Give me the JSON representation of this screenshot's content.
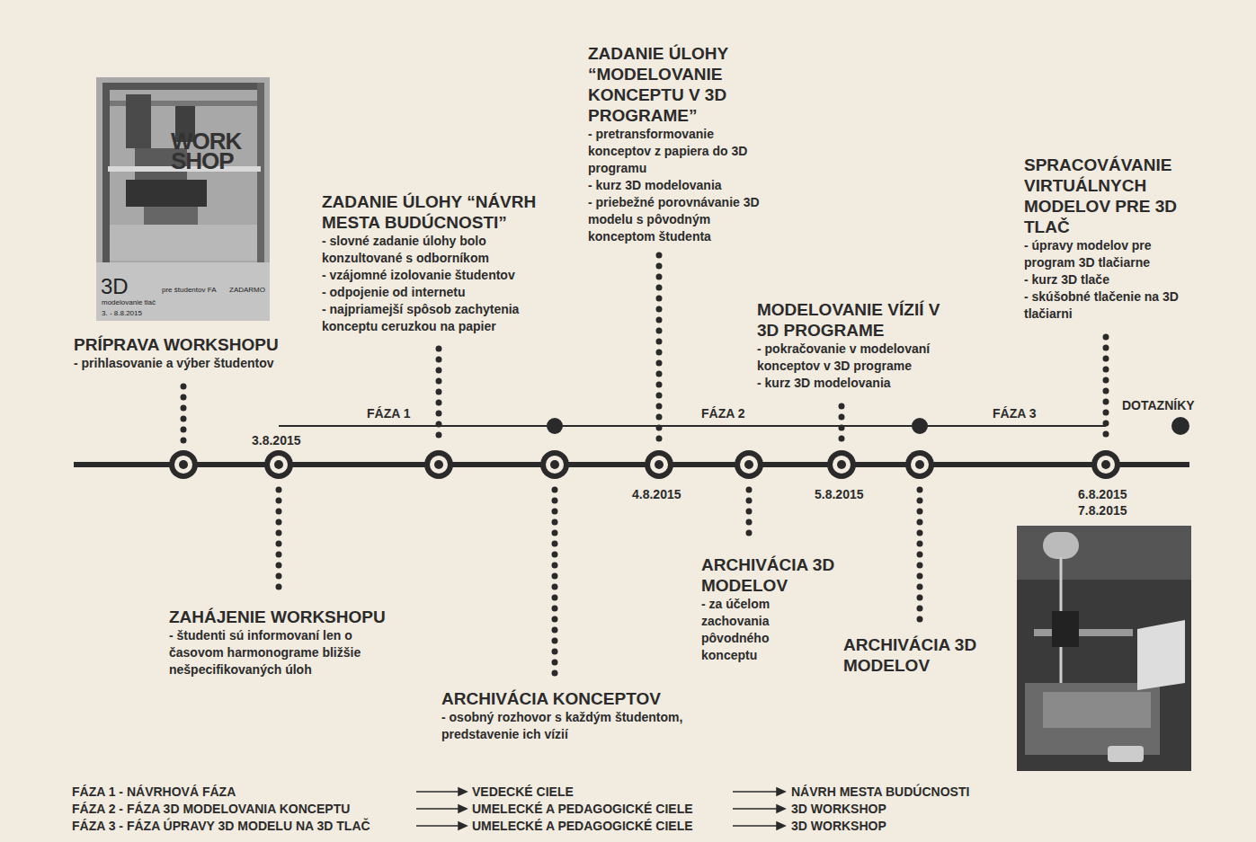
{
  "diagram": {
    "labels": [
      "PRÍPRAVA WORKSHOPU",
      "- prihlasovanie a výber študentov",
      "ZADANIE ÚLOHY “NÁVRH MESTA BUDÚCNOSTI”",
      "- slovné zadanie úlohy bolo konzultované s odborníkom",
      "- vzájomné izolovanie študentov",
      "- odpojenie od internetu",
      "- najpriamejší spôsob zachytenia konceptu ceruzkou na papier",
      "ZADANIE ÚLOHY “MODELOVANIE KONCEPTU V 3D PROGRAME”",
      "- pretransformovanie konceptov z papiera do 3D programu",
      "- kurz 3D modelovania",
      "- priebežné porovnávanie 3D modelu s pôvodným konceptom študenta",
      "MODELOVANIE VÍZIÍ V 3D PROGRAME",
      "- pokračovanie v modelovaní konceptov v 3D programe",
      "- kurz 3D modelovania",
      "SPRACOVÁVANIE VIRTUÁLNYCH MODELOV PRE 3D TLAČ",
      "- úpravy modelov pre program 3D tlačiarne",
      "- kurz 3D tlače",
      "- skúšobné tlačenie na 3D tlačiarni",
      "DOTAZNÍKY",
      "FÁZA 1",
      "FÁZA 2",
      "FÁZA 3",
      "3.8.2015",
      "4.8.2015",
      "5.8.2015",
      "6.8.2015",
      "7.8.2015",
      "ZAHÁJENIE WORKSHOPU",
      "- študenti sú informovaní len o časovom harmonograme bližšie nešpecifikovaných úloh",
      "ARCHIVÁCIA KONCEPTOV",
      "- osobný rozhovor s každým študentom, predstavenie ich vízií",
      "ARCHIVÁCIA 3D MODELOV",
      "- za účelom zachovania pôvodného konceptu",
      "ARCHIVÁCIA 3D MODELOV",
      "FÁZA 1 - NÁVRHOVÁ FÁZA",
      "VEDECKÉ CIELE",
      "NÁVRH MESTA BUDÚCNOSTI",
      "FÁZA 2 - FÁZA 3D MODELOVANIA KONCEPTU",
      "UMELECKÉ A PEDAGOGICKÉ CIELE",
      "3D WORKSHOP",
      "FÁZA 3 - FÁZA ÚPRAVY 3D MODELU NA 3D TLAČ",
      "UMELECKÉ A PEDAGOGICKÉ CIELE",
      "3D WORKSHOP",
      "WORK SHOP",
      "3D",
      "modelovanie tlač",
      "3. - 8.8.2015",
      "pre študentov FA",
      "ZADARMO"
    ]
  }
}
